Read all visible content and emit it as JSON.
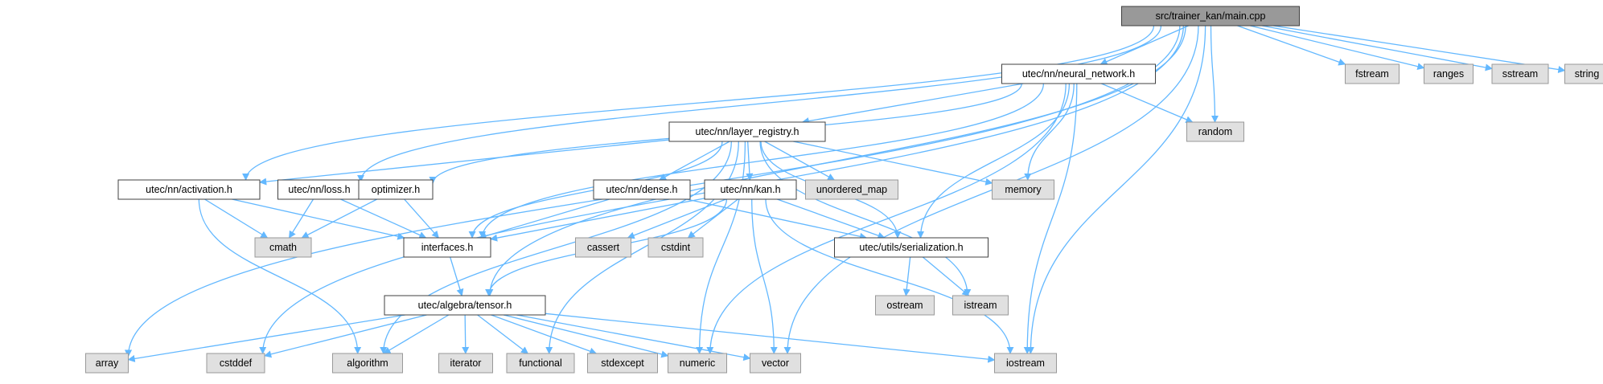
{
  "colors": {
    "edge": "#63b8ff",
    "root_fill": "#999999",
    "local_fill": "#ffffff",
    "system_fill": "#e0e0e0",
    "border_dark": "#404040",
    "border_light": "#999999"
  },
  "nodes": [
    {
      "id": "main",
      "label": "src/trainer_kan/main.cpp",
      "kind": "root"
    },
    {
      "id": "neural_network",
      "label": "utec/nn/neural_network.h",
      "kind": "local"
    },
    {
      "id": "fstream",
      "label": "fstream",
      "kind": "system"
    },
    {
      "id": "ranges",
      "label": "ranges",
      "kind": "system"
    },
    {
      "id": "sstream",
      "label": "sstream",
      "kind": "system"
    },
    {
      "id": "string",
      "label": "string",
      "kind": "system"
    },
    {
      "id": "random",
      "label": "random",
      "kind": "system"
    },
    {
      "id": "layer_registry",
      "label": "utec/nn/layer_registry.h",
      "kind": "local"
    },
    {
      "id": "activation",
      "label": "utec/nn/activation.h",
      "kind": "local"
    },
    {
      "id": "loss",
      "label": "utec/nn/loss.h",
      "kind": "local"
    },
    {
      "id": "optimizer",
      "label": "optimizer.h",
      "kind": "local"
    },
    {
      "id": "dense",
      "label": "utec/nn/dense.h",
      "kind": "local"
    },
    {
      "id": "kan",
      "label": "utec/nn/kan.h",
      "kind": "local"
    },
    {
      "id": "unordered_map",
      "label": "unordered_map",
      "kind": "system"
    },
    {
      "id": "memory",
      "label": "memory",
      "kind": "system"
    },
    {
      "id": "cmath",
      "label": "cmath",
      "kind": "system"
    },
    {
      "id": "interfaces",
      "label": "interfaces.h",
      "kind": "local"
    },
    {
      "id": "cassert",
      "label": "cassert",
      "kind": "system"
    },
    {
      "id": "cstdint",
      "label": "cstdint",
      "kind": "system"
    },
    {
      "id": "serialization",
      "label": "utec/utils/serialization.h",
      "kind": "local"
    },
    {
      "id": "ostream",
      "label": "ostream",
      "kind": "system"
    },
    {
      "id": "istream",
      "label": "istream",
      "kind": "system"
    },
    {
      "id": "tensor",
      "label": "utec/algebra/tensor.h",
      "kind": "local"
    },
    {
      "id": "array",
      "label": "array",
      "kind": "system"
    },
    {
      "id": "cstddef",
      "label": "cstddef",
      "kind": "system"
    },
    {
      "id": "algorithm",
      "label": "algorithm",
      "kind": "system"
    },
    {
      "id": "iterator",
      "label": "iterator",
      "kind": "system"
    },
    {
      "id": "functional",
      "label": "functional",
      "kind": "system"
    },
    {
      "id": "stdexcept",
      "label": "stdexcept",
      "kind": "system"
    },
    {
      "id": "numeric",
      "label": "numeric",
      "kind": "system"
    },
    {
      "id": "vector",
      "label": "vector",
      "kind": "system"
    },
    {
      "id": "iostream",
      "label": "iostream",
      "kind": "system"
    }
  ],
  "edges": [
    [
      "main",
      "neural_network"
    ],
    [
      "main",
      "fstream"
    ],
    [
      "main",
      "ranges"
    ],
    [
      "main",
      "sstream"
    ],
    [
      "main",
      "string"
    ],
    [
      "main",
      "random"
    ],
    [
      "main",
      "iostream"
    ],
    [
      "main",
      "vector"
    ],
    [
      "main",
      "activation"
    ],
    [
      "main",
      "loss"
    ],
    [
      "main",
      "tensor"
    ],
    [
      "main",
      "cstddef"
    ],
    [
      "main",
      "array"
    ],
    [
      "neural_network",
      "layer_registry"
    ],
    [
      "neural_network",
      "optimizer"
    ],
    [
      "neural_network",
      "interfaces"
    ],
    [
      "neural_network",
      "memory"
    ],
    [
      "neural_network",
      "random"
    ],
    [
      "neural_network",
      "serialization"
    ],
    [
      "neural_network",
      "iostream"
    ],
    [
      "neural_network",
      "numeric"
    ],
    [
      "layer_registry",
      "activation"
    ],
    [
      "layer_registry",
      "interfaces"
    ],
    [
      "layer_registry",
      "dense"
    ],
    [
      "layer_registry",
      "kan"
    ],
    [
      "layer_registry",
      "unordered_map"
    ],
    [
      "layer_registry",
      "memory"
    ],
    [
      "layer_registry",
      "serialization"
    ],
    [
      "layer_registry",
      "istream"
    ],
    [
      "layer_registry",
      "algorithm"
    ],
    [
      "layer_registry",
      "functional"
    ],
    [
      "layer_registry",
      "numeric"
    ],
    [
      "activation",
      "cmath"
    ],
    [
      "activation",
      "interfaces"
    ],
    [
      "activation",
      "algorithm"
    ],
    [
      "loss",
      "cmath"
    ],
    [
      "loss",
      "interfaces"
    ],
    [
      "optimizer",
      "cmath"
    ],
    [
      "optimizer",
      "interfaces"
    ],
    [
      "dense",
      "interfaces"
    ],
    [
      "dense",
      "serialization"
    ],
    [
      "kan",
      "interfaces"
    ],
    [
      "kan",
      "cassert"
    ],
    [
      "kan",
      "cstdint"
    ],
    [
      "kan",
      "serialization"
    ],
    [
      "kan",
      "tensor"
    ],
    [
      "kan",
      "vector"
    ],
    [
      "kan",
      "iostream"
    ],
    [
      "interfaces",
      "tensor"
    ],
    [
      "serialization",
      "ostream"
    ],
    [
      "serialization",
      "istream"
    ],
    [
      "tensor",
      "array"
    ],
    [
      "tensor",
      "cstddef"
    ],
    [
      "tensor",
      "algorithm"
    ],
    [
      "tensor",
      "iterator"
    ],
    [
      "tensor",
      "functional"
    ],
    [
      "tensor",
      "stdexcept"
    ],
    [
      "tensor",
      "numeric"
    ],
    [
      "tensor",
      "vector"
    ],
    [
      "tensor",
      "iostream"
    ]
  ]
}
